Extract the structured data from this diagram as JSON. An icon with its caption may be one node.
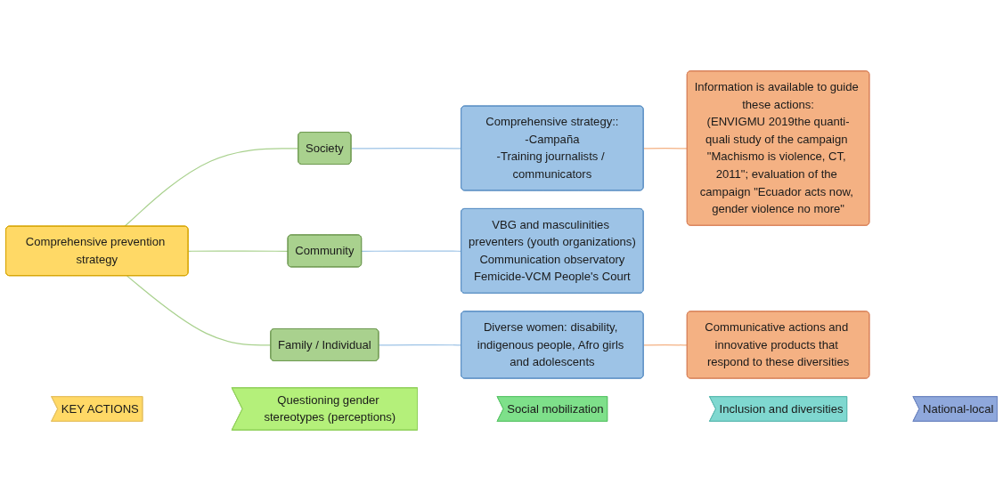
{
  "diagram": {
    "nodes": [
      {
        "text": [
          "Comprehensive prevention strategy"
        ]
      },
      {
        "text": [
          "Society"
        ]
      },
      {
        "text": [
          "Community"
        ]
      },
      {
        "text": [
          "Family / Individual"
        ]
      },
      {
        "text": [
          "Comprehensive strategy::",
          "-Campaña",
          "-Training journalists / communicators"
        ]
      },
      {
        "text": [
          "Information is available to guide these actions:",
          "(ENVIGMU 2019the quanti-quali study of the campaign \"Machismo is violence, CT, 2011\"; evaluation of the campaign \"Ecuador acts now, gender violence no more\""
        ]
      },
      {
        "text": [
          "VBG and masculinities preventers (youth organizations)",
          "Communication observatory",
          "Femicide-VCM People's Court"
        ]
      },
      {
        "text": [
          "Diverse women: disability, indigenous people, Afro girls and adolescents"
        ]
      },
      {
        "text": [
          "Communicative actions and innovative products that respond to these diversities"
        ]
      },
      {
        "text": [
          "KEY ACTIONS"
        ]
      },
      {
        "text": [
          "Questioning gender stereotypes (perceptions)"
        ]
      },
      {
        "text": [
          "Social mobilization"
        ]
      },
      {
        "text": [
          "Inclusion and diversities"
        ]
      },
      {
        "text": [
          "National-local"
        ]
      }
    ],
    "edges": [
      {
        "from": 0,
        "to": 1,
        "arrow": "none"
      },
      {
        "from": 0,
        "to": 2,
        "arrow": "none"
      },
      {
        "from": 0,
        "to": 3,
        "arrow": "none"
      },
      {
        "from": 1,
        "to": 4,
        "arrow": "none",
        "color": "#9dc3e6"
      },
      {
        "from": 4,
        "to": 5,
        "arrow": "none",
        "color": "#f4b183"
      },
      {
        "from": 2,
        "to": 6,
        "arrow": "none",
        "color": "#9dc3e6"
      },
      {
        "from": 3,
        "to": 7,
        "arrow": "none",
        "color": "#9dc3e6"
      },
      {
        "from": 7,
        "to": 8,
        "arrow": "none",
        "color": "#f4b183"
      }
    ]
  }
}
